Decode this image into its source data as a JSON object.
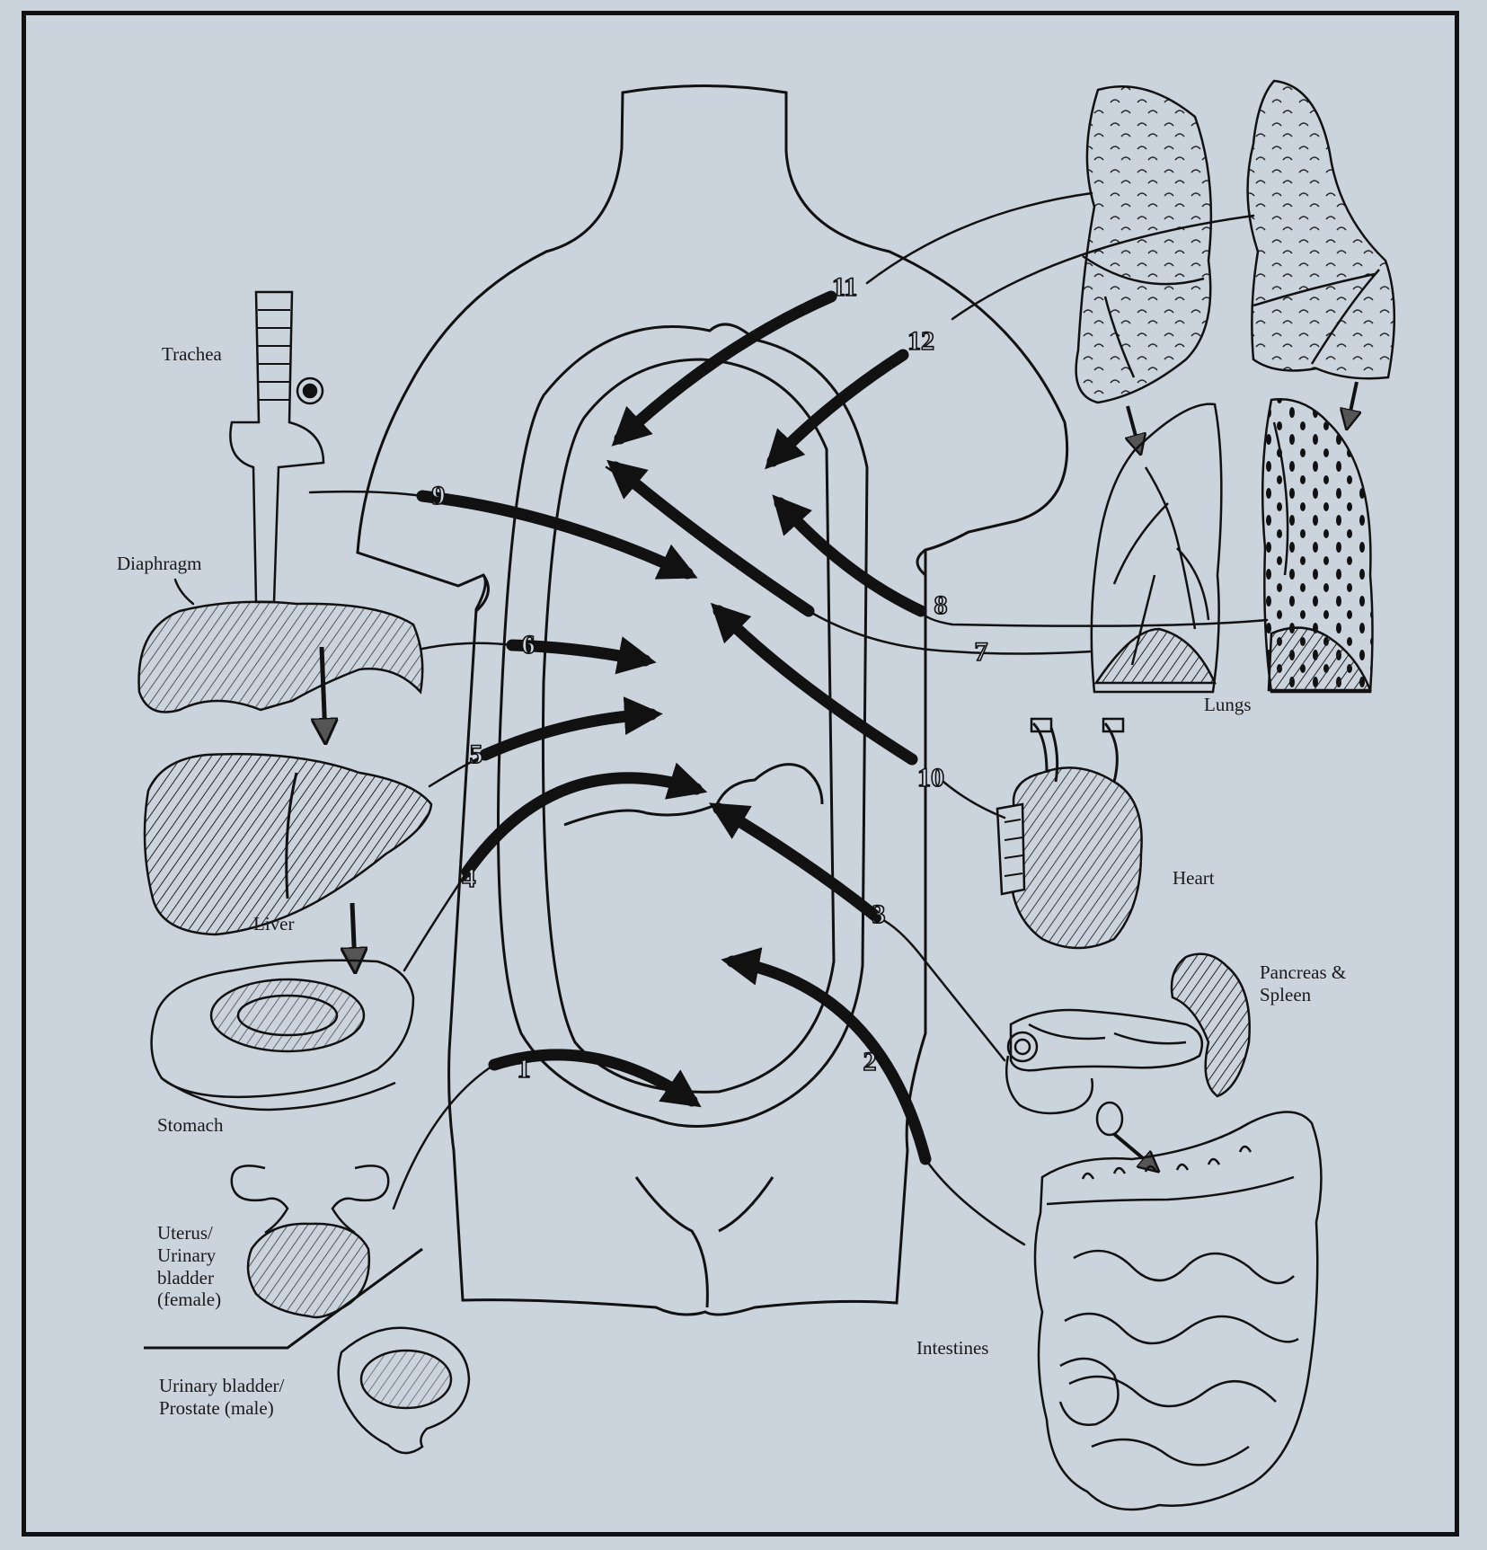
{
  "labels": {
    "trachea": "Trachea",
    "diaphragm": "Diaphragm",
    "liver": "Liver",
    "stomach": "Stomach",
    "uterus": "Uterus/\nUrinary\nbladder\n(female)",
    "bladder_male": "Urinary bladder/\nProstate (male)",
    "lungs": "Lungs",
    "heart": "Heart",
    "pancreas": "Pancreas &\nSpleen",
    "intestines": "Intestines"
  },
  "numbers": [
    "1",
    "2",
    "3",
    "4",
    "5",
    "6",
    "7",
    "8",
    "9",
    "10",
    "11",
    "12"
  ],
  "colors": {
    "background": "#cbd3dd",
    "ink": "#111111"
  }
}
